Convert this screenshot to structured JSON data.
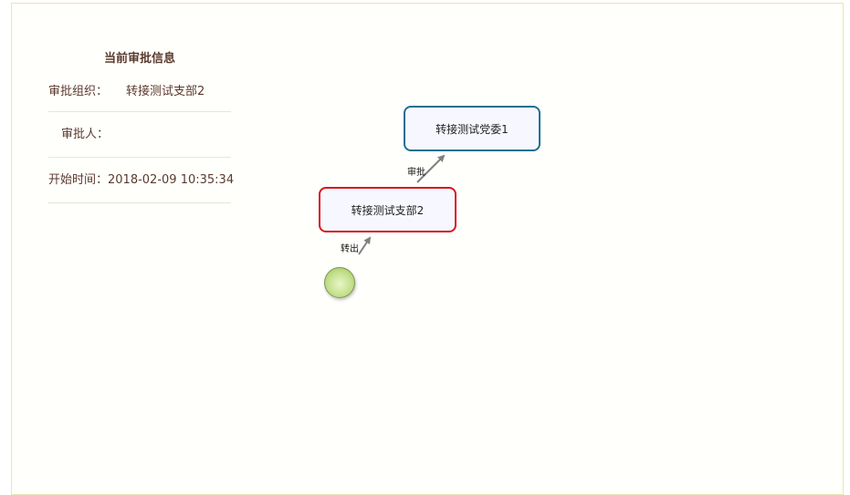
{
  "info": {
    "title": "当前审批信息",
    "org_label": "审批组织：",
    "org_value": "转接测试支部2",
    "person_label": "审批人：",
    "person_value": "",
    "start_label": "开始时间：",
    "start_value": "2018-02-09 10:35:34"
  },
  "diagram": {
    "nodes": {
      "dangwei": "转接测试党委1",
      "zhibu": "转接测试支部2"
    },
    "edges": {
      "shenpi": "审批",
      "zhuanchu": "转出"
    },
    "colors": {
      "current_node_border": "#d7171c",
      "node_border": "#1d6f93",
      "start_fill": "#c3e08c",
      "arrow": "#808080"
    }
  }
}
